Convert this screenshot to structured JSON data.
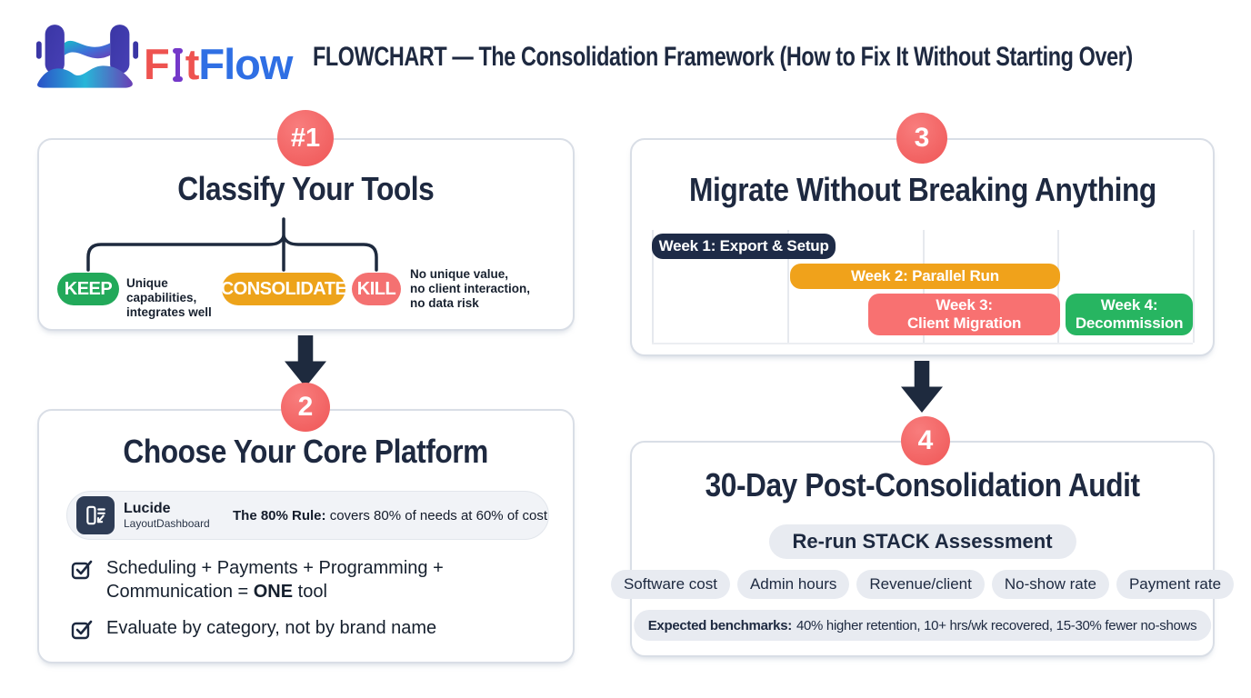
{
  "brand": {
    "part_f": "F",
    "part_t": "t",
    "part_rest": "Flow"
  },
  "header_title": "FLOWCHART — The Consolidation Framework (How to Fix It Without Starting Over)",
  "step1": {
    "badge": "#1",
    "title": "Classify Your Tools",
    "keep": {
      "label": "KEEP",
      "color": "#22a95a",
      "note_line1": "Unique capabilities,",
      "note_line2": "integrates well"
    },
    "consolidate": {
      "label": "CONSOLIDATE",
      "color": "#eda31a"
    },
    "kill": {
      "label": "KILL",
      "color": "#f47171",
      "note_line1": "No unique value,",
      "note_line2": "no client interaction,",
      "note_line3": "no data risk"
    }
  },
  "step2": {
    "badge": "2",
    "title": "Choose Your Core Platform",
    "platform": {
      "name": "Lucide",
      "variant": "LayoutDashboard",
      "rule_label": "The 80% Rule:",
      "rule_text": " covers 80% of needs at 60% of cost"
    },
    "checks": [
      {
        "pre": "Scheduling + Payments + Programming + Communication = ",
        "bold": "ONE",
        "post": " tool"
      },
      {
        "pre": "Evaluate by category, not by brand name",
        "bold": "",
        "post": ""
      }
    ]
  },
  "step3": {
    "badge": "3",
    "title": "Migrate Without Breaking Anything"
  },
  "chart_data": {
    "type": "gantt",
    "title": "Migrate Without Breaking Anything",
    "gridlines_pct": [
      0,
      25,
      50,
      75,
      100
    ],
    "bars": [
      {
        "label": "Week 1: Export & Setup",
        "row": 1,
        "start_pct": 0,
        "width_pct": 34,
        "color": "#1e2b47",
        "text_color": "#ffffff"
      },
      {
        "label": "Week 2: Parallel Run",
        "row": 2,
        "start_pct": 25.5,
        "width_pct": 50,
        "color": "#f0a21b",
        "text_color": "#ffffff"
      },
      {
        "label": "Week 3: Client Migration",
        "label_line1": "Week 3:",
        "label_line2": "Client Migration",
        "row": 3,
        "start_pct": 40,
        "width_pct": 35.5,
        "color": "#f87171",
        "text_color": "#ffffff"
      },
      {
        "label": "Week 4: Decommission",
        "label_line1": "Week 4:",
        "label_line2": "Decommission",
        "row": 3,
        "start_pct": 76.5,
        "width_pct": 23.5,
        "color": "#27b561",
        "text_color": "#ffffff"
      }
    ]
  },
  "step4": {
    "badge": "4",
    "title": "30-Day Post-Consolidation Audit",
    "primary_action": "Re-run STACK Assessment",
    "metrics": [
      "Software cost",
      "Admin hours",
      "Revenue/client",
      "No-show rate",
      "Payment rate"
    ],
    "benchmarks_label": "Expected benchmarks:",
    "benchmarks_text": "40% higher retention, 10+ hrs/wk recovered, 15-30% fewer no-shows"
  },
  "colors": {
    "accent_red": "#f15e5e",
    "navy": "#1e2940",
    "keep_green": "#22a95a",
    "consolidate_orange": "#eda31a",
    "kill_coral": "#f47171",
    "pill_gray": "#e8ebf1"
  }
}
